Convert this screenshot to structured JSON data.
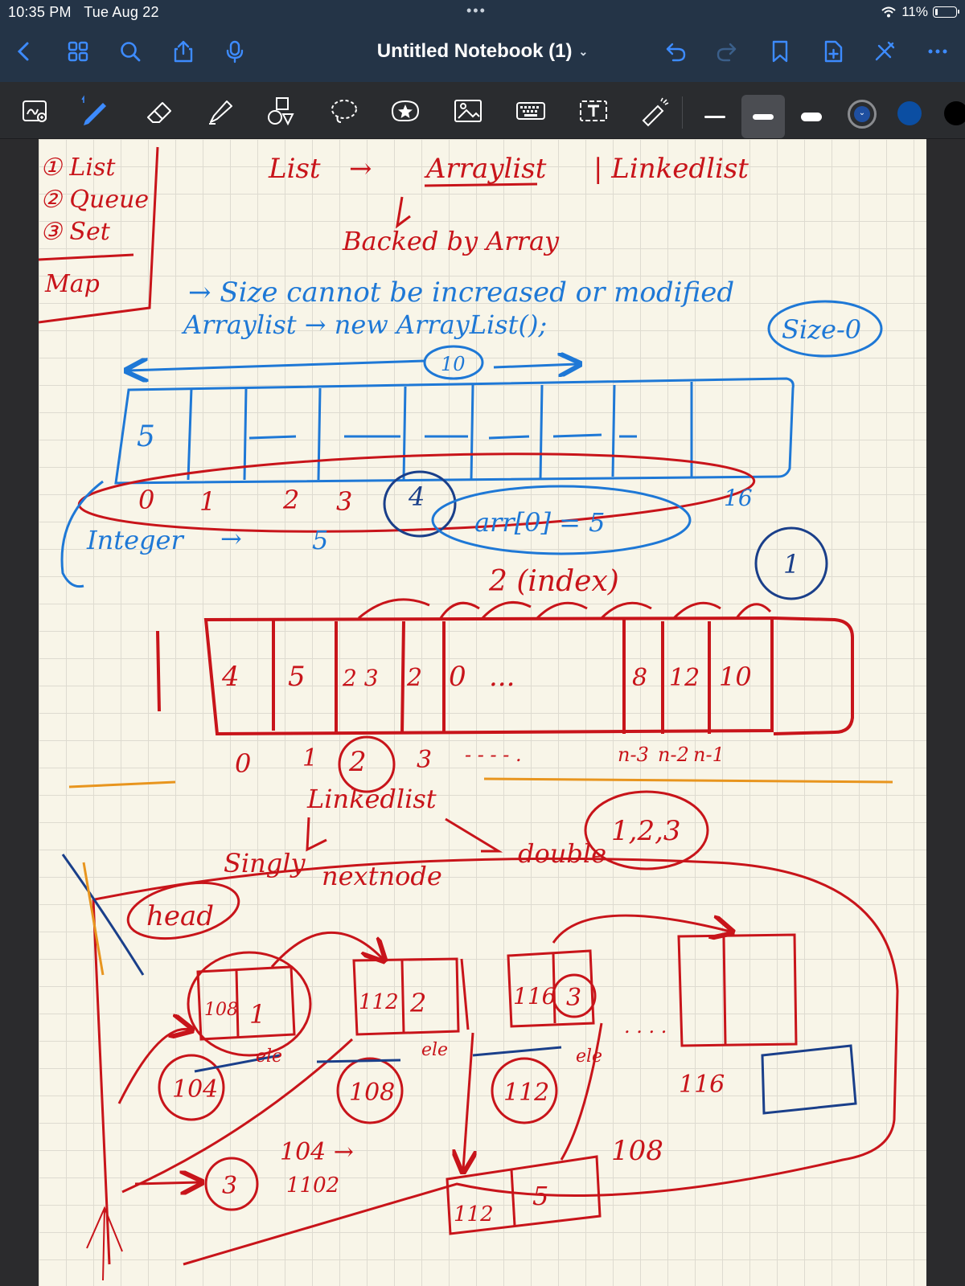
{
  "status_bar": {
    "time": "10:35 PM",
    "date": "Tue Aug 22",
    "battery": "11%",
    "battery_level": 0.11,
    "icons": [
      "more-dots-icon",
      "wifi-icon",
      "battery-icon"
    ]
  },
  "nav": {
    "title": "Untitled Notebook (1)",
    "title_chevron": "⌄",
    "left_icons": [
      "back-chevron-icon",
      "grid-icon",
      "search-icon",
      "share-icon",
      "microphone-icon"
    ],
    "right_icons": [
      "undo-icon",
      "redo-icon",
      "bookmark-icon",
      "add-page-icon",
      "close-pen-icon",
      "more-icon"
    ]
  },
  "toolbar": {
    "tools": [
      "zoom-window-tool",
      "pen-tool",
      "eraser-tool",
      "highlighter-tool",
      "shapes-tool",
      "lasso-tool",
      "elements-tool",
      "image-tool",
      "keyboard-tool",
      "text-tool",
      "laser-pointer-tool"
    ],
    "selected_tool": "pen-tool",
    "colors": {
      "selected": "#1f4fa0",
      "second": "#0b4ea2",
      "third": "#000000"
    }
  },
  "notes": {
    "menu": [
      "① List",
      "② Queue",
      "③ Set",
      "Map"
    ],
    "title_line": [
      "List",
      "→",
      "Arraylist",
      "| Linkedlist"
    ],
    "backed": "Backed by Array",
    "size_line": "→ Size cannot be increased or modified",
    "arraylist_line": "Arraylist →  new ArrayList();",
    "size0": "Size-0",
    "ten": "10",
    "cell_five": "5",
    "index_row": [
      "0",
      "1",
      "2",
      "3",
      "4",
      "16"
    ],
    "arr": "arr[0] = 5",
    "integer": "Integer",
    "integer_arrow": "→",
    "five": "5",
    "index_label": "2 (index)",
    "circle1": "1",
    "array_values": [
      "4",
      "5",
      "2 3",
      "2",
      "0",
      "...",
      "8",
      "12",
      "10"
    ],
    "array_indexes": [
      "0",
      "1",
      "2",
      "3",
      "- - - - .",
      "n-3",
      "n-2",
      "n-1"
    ],
    "linkedlist": "Linkedlist",
    "singly": "Singly",
    "double": "double",
    "nextnode": "nextnode",
    "set123": "1,2,3",
    "head": "head",
    "nodes": [
      {
        "addr_in": "108",
        "val": "1",
        "addr": "104"
      },
      {
        "addr_in": "112",
        "val": "2",
        "addr": "108"
      },
      {
        "addr_in": "116",
        "val": "3",
        "addr": "112"
      }
    ],
    "tail_addr": "116",
    "ele": "ele",
    "addr_104": "104 →",
    "addr_1102": "1102",
    "circle3": "3",
    "addr_108": "108",
    "bottom_node": [
      "112",
      "5"
    ]
  }
}
